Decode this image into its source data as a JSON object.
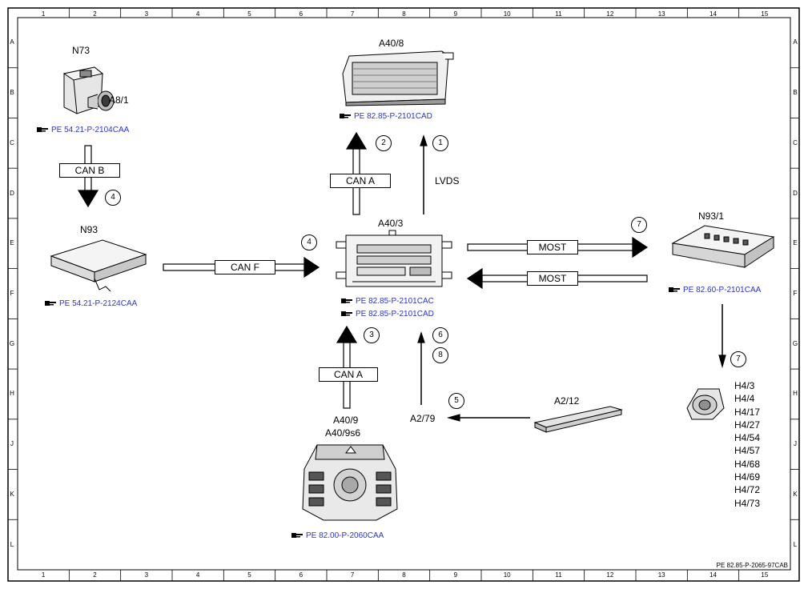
{
  "footer_code": "PE 82.85-P-2065-97CAB",
  "grid": {
    "columns": [
      "1",
      "2",
      "3",
      "4",
      "5",
      "6",
      "7",
      "8",
      "9",
      "10",
      "11",
      "12",
      "13",
      "14",
      "15"
    ],
    "rows": [
      "A",
      "B",
      "C",
      "D",
      "E",
      "F",
      "G",
      "H",
      "J",
      "K",
      "L"
    ]
  },
  "components": {
    "n73": "N73",
    "a8_1": "A8/1",
    "a40_8": "A40/8",
    "n93": "N93",
    "a40_3": "A40/3",
    "n93_1": "N93/1",
    "a40_9": "A40/9",
    "a40_9s6": "A40/9s6",
    "a2_79": "A2/79",
    "a2_12": "A2/12"
  },
  "references": {
    "n73": "PE 54.21-P-2104CAA",
    "a40_8": "PE 82.85-P-2101CAD",
    "n93": "PE 54.21-P-2124CAA",
    "a40_3_a": "PE 82.85-P-2101CAC",
    "a40_3_b": "PE 82.85-P-2101CAD",
    "n93_1": "PE 82.60-P-2101CAA",
    "a40_9": "PE 82.00-P-2060CAA"
  },
  "buses": {
    "can_b": "CAN B",
    "can_a_top": "CAN A",
    "can_f": "CAN F",
    "most_out": "MOST",
    "most_in": "MOST",
    "can_a_bottom": "CAN A",
    "lvds": "LVDS"
  },
  "markers": {
    "m1": "1",
    "m2": "2",
    "m3": "3",
    "m4_left": "4",
    "m4_mid": "4",
    "m5": "5",
    "m6": "6",
    "m7_top": "7",
    "m7_right": "7",
    "m8": "8"
  },
  "speakers": [
    "H4/3",
    "H4/4",
    "H4/17",
    "H4/27",
    "H4/54",
    "H4/57",
    "H4/68",
    "H4/69",
    "H4/72",
    "H4/73"
  ]
}
